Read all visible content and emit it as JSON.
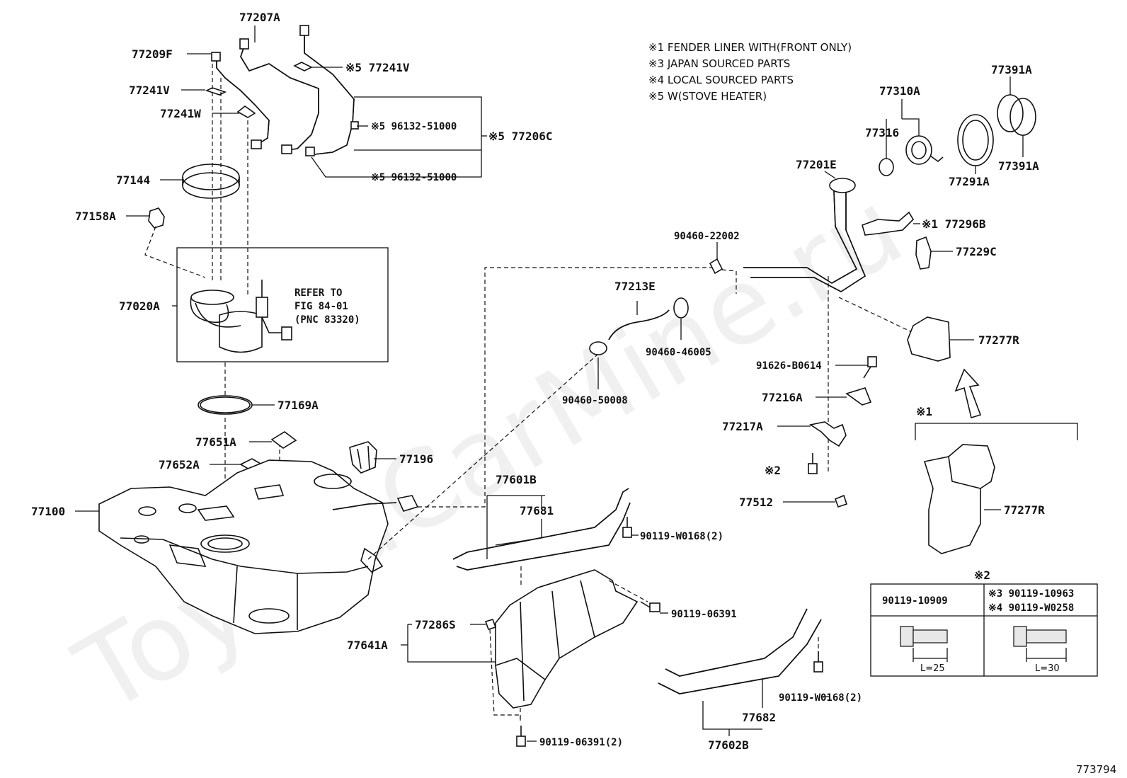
{
  "watermark": "ToyotaCarMine.ru",
  "figure_number": "773794",
  "notes": [
    "※1 FENDER LINER WITH(FRONT ONLY)",
    "※3 JAPAN SOURCED PARTS",
    "※4 LOCAL SOURCED PARTS",
    "※5 W(STOVE HEATER)"
  ],
  "refer_box": {
    "line1": "REFER TO",
    "line2": "FIG 84-01",
    "line3": "(PNC 83320)"
  },
  "labels": {
    "p77207A": "77207A",
    "p77209F": "77209F",
    "p77241V_a": "77241V",
    "p77241V_b": "※5 77241V",
    "p77241W": "77241W",
    "p96132_a": "※5 96132-51000",
    "p96132_b": "※5 96132-51000",
    "p77206C": "※5 77206C",
    "p77144": "77144",
    "p77158A": "77158A",
    "p77020A": "77020A",
    "p77169A": "77169A",
    "p77651A": "77651A",
    "p77652A": "77652A",
    "p77196": "77196",
    "p77100": "77100",
    "p77601B": "77601B",
    "p77681": "77681",
    "p90119W0168_a": "90119-W0168(2)",
    "p77286S": "77286S",
    "p77641A": "77641A",
    "p9011906391_a": "90119-06391",
    "p9011906391_b": "90119-06391(2)",
    "p90119W0168_b": "90119-W0168(2)",
    "p77682": "77682",
    "p77602B": "77602B",
    "p9046022002": "90460-22002",
    "p77213E": "77213E",
    "p9046046005": "90460-46005",
    "p9046050008": "90460-50008",
    "p77201E": "77201E",
    "p77310A": "77310A",
    "p77316": "77316",
    "p77291A": "77291A",
    "p77391A_a": "77391A",
    "p77391A_b": "77391A",
    "p77296B": "※1 77296B",
    "p77229C": "77229C",
    "p77277R_a": "77277R",
    "p77277R_b": "77277R",
    "p91626B0614": "91626-B0614",
    "p77216A": "77216A",
    "p77217A": "77217A",
    "p_ref2": "※2",
    "p77512": "77512",
    "p_ref1": "※1"
  },
  "bolt_table": {
    "title": "※2",
    "col1": "90119-10909",
    "col2_line1": "※3 90119-10963",
    "col2_line2": "※4 90119-W0258",
    "dim1": "L=25",
    "dim2": "L=30"
  }
}
